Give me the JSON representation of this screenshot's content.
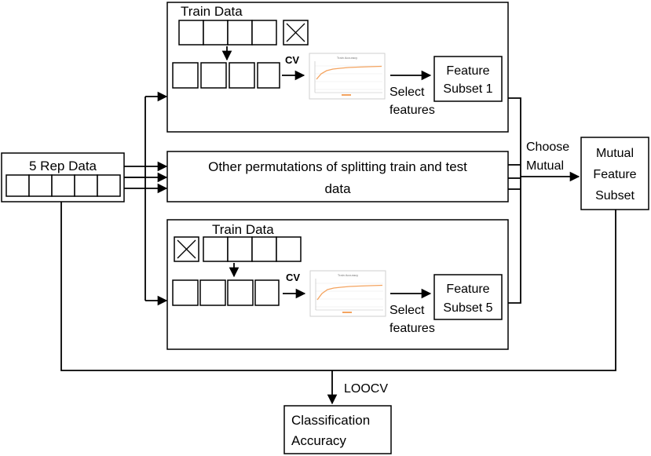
{
  "rep_data": {
    "title": "5 Rep Data",
    "cells": 5
  },
  "fold1": {
    "train_label": "Train Data",
    "cv_label": "CV",
    "select_line1": "Select",
    "select_line2": "features",
    "subset_line1": "Feature",
    "subset_line2": "Subset 1",
    "chart_title": "Train Accuracy"
  },
  "middle": {
    "line1": "Other permutations of splitting train and test",
    "line2": "data"
  },
  "fold5": {
    "train_label": "Train Data",
    "cv_label": "CV",
    "select_line1": "Select",
    "select_line2": "features",
    "subset_line1": "Feature",
    "subset_line2": "Subset 5",
    "chart_title": "Train Accuracy"
  },
  "choose": {
    "line1": "Choose",
    "line2": "Mutual"
  },
  "mutual": {
    "line1": "Mutual",
    "line2": "Feature",
    "line3": "Subset"
  },
  "loocv": "LOOCV",
  "classification": {
    "line1": "Classification",
    "line2": "Accuracy"
  },
  "colors": {
    "line": "#000000",
    "curve": "#f4a460",
    "grid": "#e8e8e8"
  }
}
